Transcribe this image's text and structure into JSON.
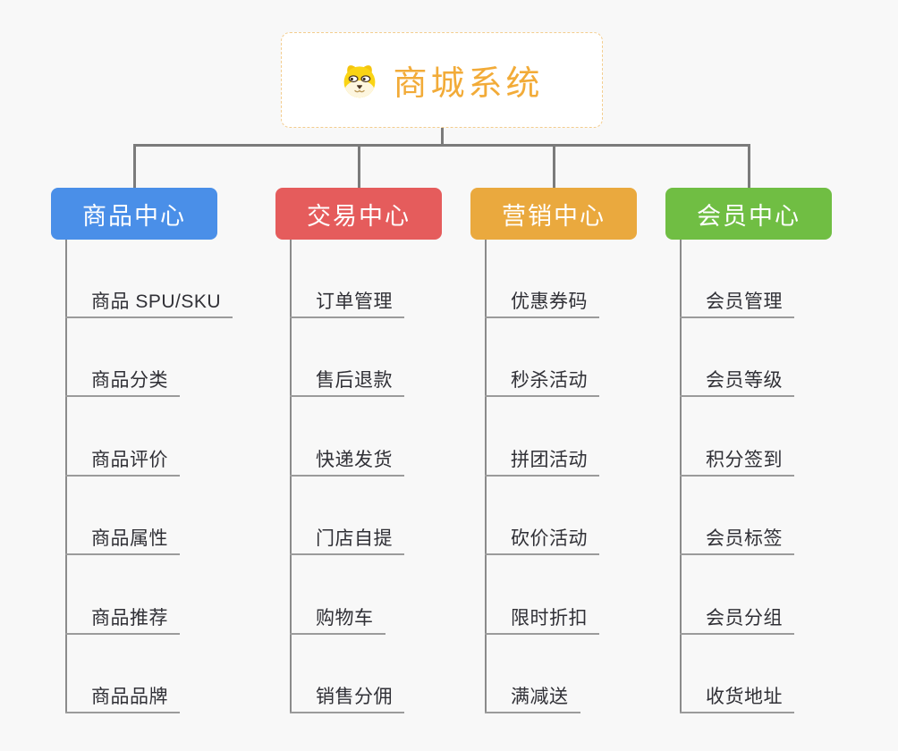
{
  "root": {
    "title": "商城系统",
    "icon": "shiba-dog-icon",
    "title_color": "#f2ab38",
    "border_color": "#f3cd8e"
  },
  "branches": [
    {
      "label": "商品中心",
      "color": "#4a8fe8",
      "items": [
        "商品 SPU/SKU",
        "商品分类",
        "商品评价",
        "商品属性",
        "商品推荐",
        "商品品牌"
      ]
    },
    {
      "label": "交易中心",
      "color": "#e55c5c",
      "items": [
        "订单管理",
        "售后退款",
        "快递发货",
        "门店自提",
        "购物车",
        "销售分佣"
      ]
    },
    {
      "label": "营销中心",
      "color": "#eaa93e",
      "items": [
        "优惠券码",
        "秒杀活动",
        "拼团活动",
        "砍价活动",
        "限时折扣",
        "满减送"
      ]
    },
    {
      "label": "会员中心",
      "color": "#70be43",
      "items": [
        "会员管理",
        "会员等级",
        "积分签到",
        "会员标签",
        "会员分组",
        "收货地址"
      ]
    }
  ],
  "colors": {
    "background": "#f8f8f8",
    "connector": "#7b7b7b",
    "trunk_line": "#8b8b8b",
    "underline": "#9b9b9b",
    "item_text": "#303036"
  }
}
